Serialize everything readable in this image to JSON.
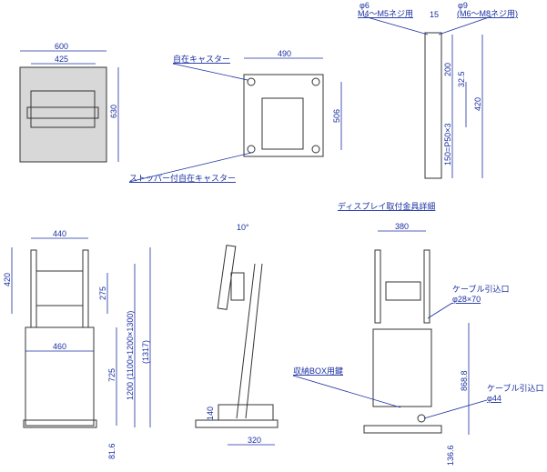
{
  "top_view": {
    "dim_width": "600",
    "dim_inner": "425",
    "dim_depth": "630"
  },
  "base_view": {
    "dim_width": "490",
    "dim_depth": "506",
    "label_caster": "自在キャスター",
    "label_stopper_caster": "ストッパー付自在キャスター"
  },
  "bracket_detail": {
    "title": "ディスプレイ取付金具詳細",
    "hole_small": "φ6",
    "hole_small_note": "M4〜M5ネジ用",
    "hole_large": "φ9",
    "hole_large_note": "(M6〜M8ネジ用)",
    "dim_spacing": "15",
    "dim_200": "200",
    "dim_32_5": "32.5",
    "dim_420": "420",
    "dim_pitch": "150=P50×3"
  },
  "front_view": {
    "dim_440": "440",
    "dim_420": "420",
    "dim_275": "275",
    "dim_460": "460",
    "dim_725": "725",
    "dim_height": "1200 (1100×1200×1300)",
    "dim_total": "(1317)",
    "dim_81_6": "81.6"
  },
  "side_view": {
    "dim_angle": "10°",
    "dim_140": "140",
    "dim_320": "320"
  },
  "rear_view": {
    "dim_380": "380",
    "cable_inlet_label": "ケーブル引込口",
    "cable_inlet_upper_size": "φ28×70",
    "key_label": "収納BOX用鍵",
    "dim_868_8": "868.8",
    "cable_inlet_lower_size": "φ44",
    "dim_136_6": "136.6"
  }
}
